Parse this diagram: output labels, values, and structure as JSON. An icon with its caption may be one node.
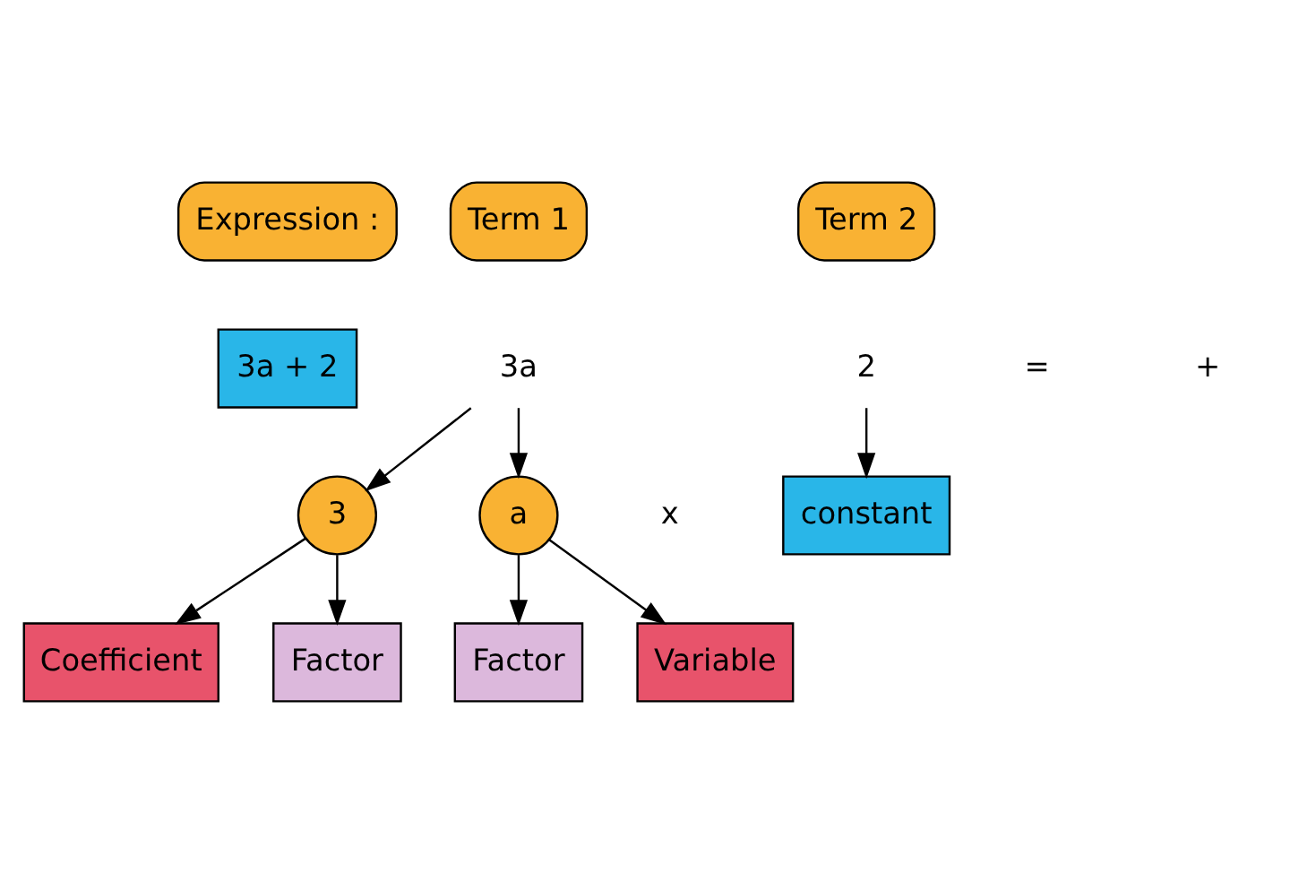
{
  "diagram": {
    "nodes": [
      {
        "text": [
          "Expression :"
        ]
      },
      {
        "text": [
          "3a + 2"
        ]
      },
      {
        "text": [
          "Term 1"
        ]
      },
      {
        "text": [
          "3a"
        ]
      },
      {
        "text": [
          "Term 2"
        ]
      },
      {
        "text": [
          "2"
        ]
      },
      {
        "text": [
          "constant"
        ]
      },
      {
        "text": [
          "3"
        ]
      },
      {
        "text": [
          "a"
        ]
      },
      {
        "text": [
          "Coefficient"
        ]
      },
      {
        "text": [
          "Factor"
        ]
      },
      {
        "text": [
          "Factor"
        ]
      },
      {
        "text": [
          "Variable"
        ]
      }
    ],
    "edges": [
      {
        "from": 3,
        "to": 7,
        "arrow": "to"
      },
      {
        "from": 3,
        "to": 8,
        "arrow": "to"
      },
      {
        "from": 5,
        "to": 6,
        "arrow": "to"
      },
      {
        "from": 7,
        "to": 9,
        "arrow": "to"
      },
      {
        "from": 7,
        "to": 10,
        "arrow": "to"
      },
      {
        "from": 8,
        "to": 11,
        "arrow": "to"
      },
      {
        "from": 8,
        "to": 12,
        "arrow": "to"
      }
    ],
    "labels": [
      "=",
      "+",
      "x"
    ]
  }
}
